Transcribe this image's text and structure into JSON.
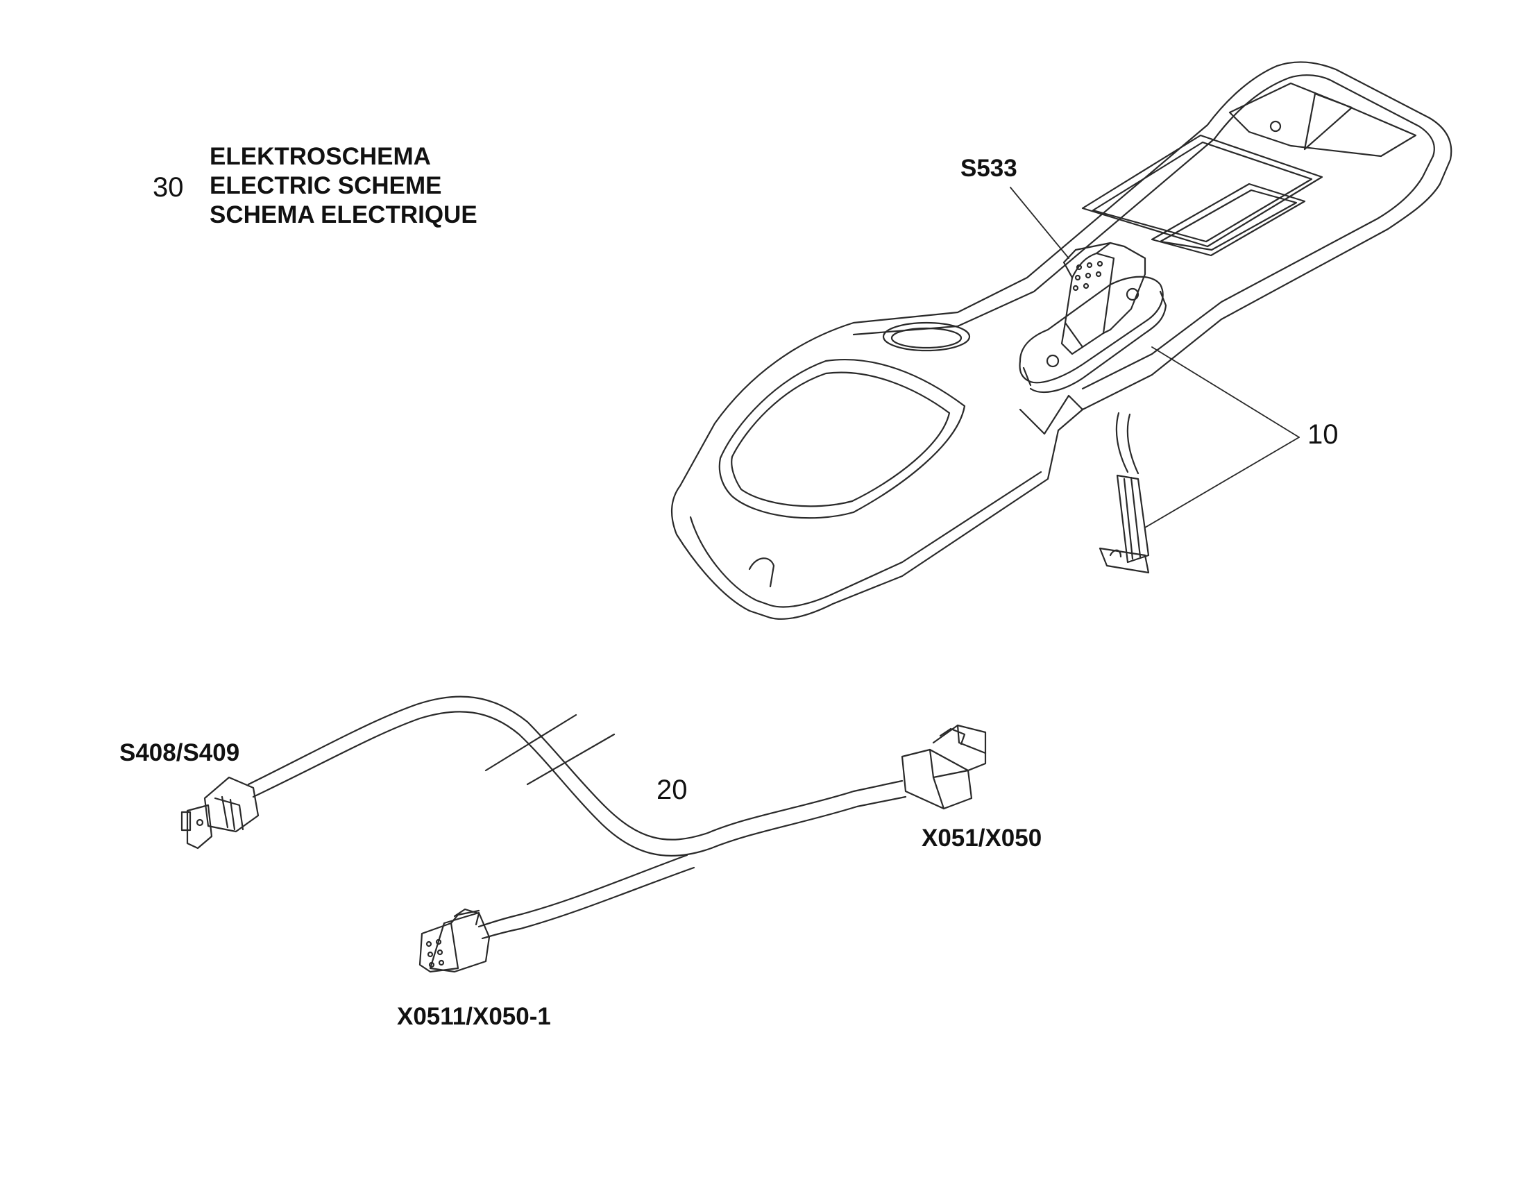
{
  "legend": {
    "number": "30",
    "lines": [
      "ELEKTROSCHEMA",
      "ELECTRIC SCHEME",
      "SCHEMA ELECTRIQUE"
    ]
  },
  "callouts": {
    "switch": "S533",
    "item_10": "10",
    "item_20": "20",
    "plug_left": "S408/S409",
    "plug_right": "X051/X050",
    "plug_bottom": "X0511/X050-1"
  },
  "colors": {
    "line": "#2a2a2a",
    "background": "#ffffff"
  }
}
